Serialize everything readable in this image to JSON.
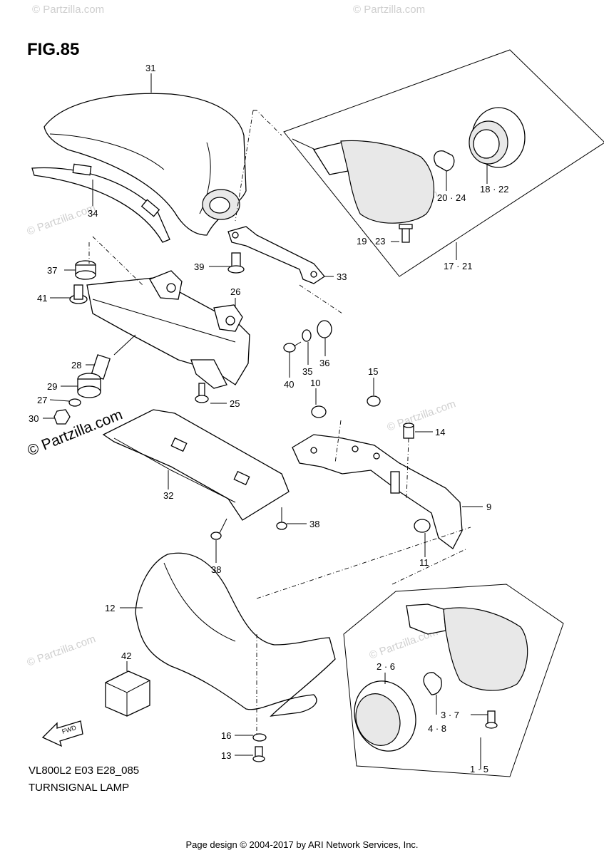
{
  "figure": {
    "title": "FIG.85",
    "model_code": "VL800L2 E03 E28_085",
    "caption": "TURNSIGNAL LAMP",
    "credit": "Page design © 2004-2017 by ARI Network Services, Inc."
  },
  "watermarks": {
    "small": "© Partzilla.com",
    "large": "© Partzilla.com"
  },
  "callouts": {
    "c31": "31",
    "c34": "34",
    "c37": "37",
    "c39": "39",
    "c26": "26",
    "c33": "33",
    "c41": "41",
    "c28": "28",
    "c29": "29",
    "c27": "27",
    "c30": "30",
    "c25": "25",
    "c40": "40",
    "c35": "35",
    "c36": "36",
    "c10": "10",
    "c15": "15",
    "c14": "14",
    "c9": "9",
    "c11": "11",
    "c32": "32",
    "c38a": "38",
    "c38b": "38",
    "c12": "12",
    "c42": "42",
    "c16": "16",
    "c13": "13",
    "c2_6": "2 · 6",
    "c3_7": "3 · 7",
    "c4_8": "4 · 8",
    "c1_5": "1 · 5",
    "c20_24": "20 · 24",
    "c18_22": "18 · 22",
    "c19_23": "19 · 23",
    "c17_21": "17 · 21"
  },
  "icons": {
    "fwd_arrow": "fwd-arrow-icon"
  },
  "fwd_label": "FWD"
}
